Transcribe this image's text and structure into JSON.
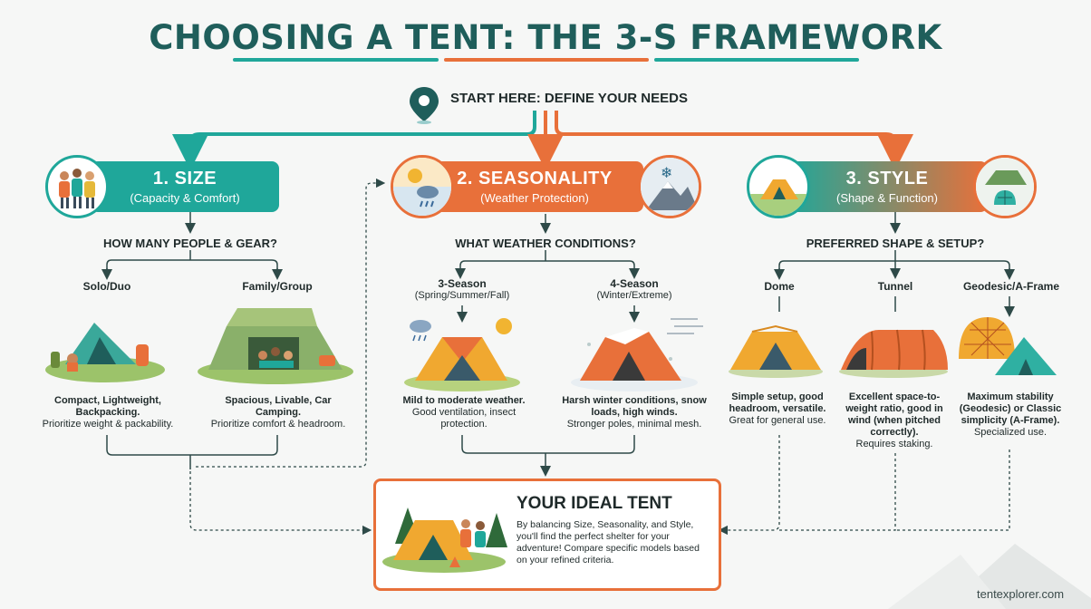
{
  "title": "CHOOSING A TENT: THE 3-S FRAMEWORK",
  "start": "START HERE: DEFINE YOUR NEEDS",
  "colors": {
    "teal": "#1fa79a",
    "orange": "#e8703a",
    "dark": "#1f5e5b"
  },
  "size": {
    "title": "1. SIZE",
    "subtitle": "(Capacity & Comfort)",
    "question": "HOW MANY PEOPLE & GEAR?",
    "options": [
      {
        "label": "Solo/Duo",
        "desc_bold": "Compact, Lightweight, Backpacking.",
        "desc": "Prioritize weight & packability."
      },
      {
        "label": "Family/Group",
        "desc_bold": "Spacious, Livable, Car Camping.",
        "desc": "Prioritize comfort & headroom."
      }
    ]
  },
  "season": {
    "title": "2. SEASONALITY",
    "subtitle": "(Weather Protection)",
    "question": "WHAT WEATHER CONDITIONS?",
    "options": [
      {
        "label": "3-Season",
        "sub": "(Spring/Summer/Fall)",
        "desc_bold": "Mild to moderate weather.",
        "desc": "Good ventilation, insect protection."
      },
      {
        "label": "4-Season",
        "sub": "(Winter/Extreme)",
        "desc_bold": "Harsh winter conditions, snow loads, high winds.",
        "desc": "Stronger poles, minimal mesh."
      }
    ]
  },
  "style": {
    "title": "3. STYLE",
    "subtitle": "(Shape & Function)",
    "question": "PREFERRED SHAPE & SETUP?",
    "options": [
      {
        "label": "Dome",
        "desc_bold": "Simple setup, good headroom, versatile.",
        "desc": "Great for general use."
      },
      {
        "label": "Tunnel",
        "desc_bold": "Excellent space-to-weight ratio, good in wind (when pitched correctly).",
        "desc": "Requires staking."
      },
      {
        "label": "Geodesic/A-Frame",
        "desc_bold": "Maximum stability (Geodesic) or Classic simplicity (A-Frame).",
        "desc": "Specialized use."
      }
    ]
  },
  "ideal": {
    "title": "YOUR IDEAL TENT",
    "body": "By balancing Size, Seasonality, and Style, you'll find the perfect shelter for your adventure! Compare specific models based on your refined criteria."
  },
  "credit": "tentexplorer.com"
}
